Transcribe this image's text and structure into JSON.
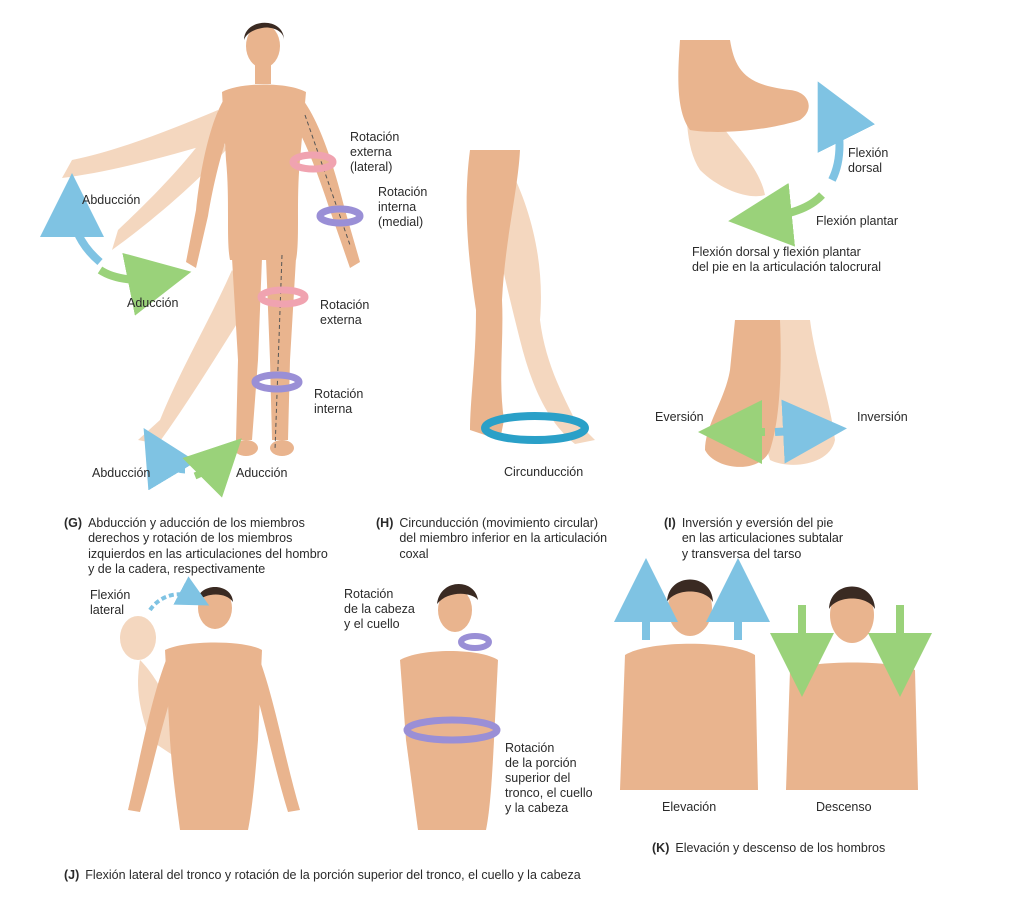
{
  "labels": {
    "g_abduccion_top": "Abducción",
    "g_aduccion_mid": "Aducción",
    "g_abduccion_bottom": "Abducción",
    "g_aduccion_bottom": "Aducción",
    "g_rot_ext_lateral": "Rotación\nexterna\n(lateral)",
    "g_rot_int_medial": "Rotación\ninterna\n(medial)",
    "g_rot_externa": "Rotación\nexterna",
    "g_rot_interna": "Rotación\ninterna",
    "h_circunduccion": "Circunducción",
    "i_flexion_dorsal": "Flexión\ndorsal",
    "i_flexion_plantar": "Flexión plantar",
    "i_talocrural": "Flexión dorsal y flexión plantar\ndel pie en la articulación talocrural",
    "i_eversion": "Eversión",
    "i_inversion": "Inversión",
    "j_flexion_lateral": "Flexión\nlateral",
    "j_rot_cabeza": "Rotación\nde la cabeza\ny el cuello",
    "j_rot_porcion": "Rotación\nde la porción\nsuperior del\ntronco, el cuello\ny la cabeza",
    "k_elevacion": "Elevación",
    "k_descenso": "Descenso"
  },
  "captions": {
    "g": {
      "letter": "(G)",
      "text": "Abducción y aducción de los miembros\nderechos y rotación de los miembros\nizquierdos en las articulaciones del hombro\ny de la cadera, respectivamente"
    },
    "h": {
      "letter": "(H)",
      "text": "Circunducción (movimiento circular)\ndel miembro inferior en la articulación\ncoxal"
    },
    "i": {
      "letter": "(I)",
      "text": "Inversión y eversión del pie\nen las articulaciones subtalar\ny transversa del tarso"
    },
    "j": {
      "letter": "(J)",
      "text": "Flexión lateral del tronco y rotación de la porción superior del tronco, el cuello y la cabeza"
    },
    "k": {
      "letter": "(K)",
      "text": "Elevación y descenso de los hombros"
    }
  },
  "colors": {
    "skin": "#e9b48e",
    "skin_light": "#f4d7bf",
    "skin_shadow": "#d79a72",
    "hair": "#3a2a22",
    "arrow_blue": "#7fc3e3",
    "arrow_green": "#9ad27a",
    "arrow_pink": "#f0a3b0",
    "arrow_purple": "#9a8fd6",
    "arrow_teal": "#2aa0c8"
  }
}
